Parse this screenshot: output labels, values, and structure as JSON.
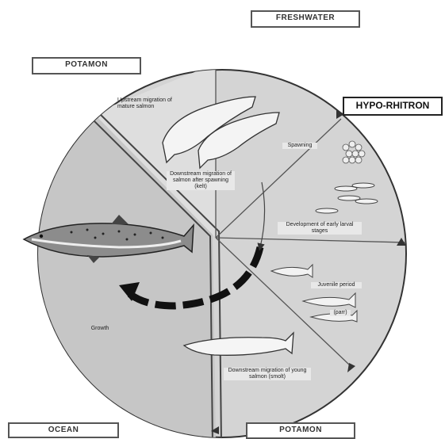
{
  "labels": {
    "freshwater": "FRESHWATER",
    "potamon_top": "POTAMON",
    "hypo_rhitron": "HYPO-RHITRON",
    "ocean": "OCEAN",
    "potamon_bottom": "POTAMON"
  },
  "stages": {
    "upstream": "Upstream migration of mature salmon",
    "spawning": "Spawning",
    "downstream_adult": "Downstream migration of salmon after spawning (kelt)",
    "larval": "Development of early larval stages",
    "juvenile": "Juvenile period",
    "parr": "(parr)",
    "growth": "Growth",
    "downstream_young": "Downstream migration of young salmon (smolt)"
  },
  "colors": {
    "circle_fill": "#d2d2d2",
    "ocean_fill": "#c4c4c4",
    "outline": "#333333",
    "arrow": "#111111"
  }
}
